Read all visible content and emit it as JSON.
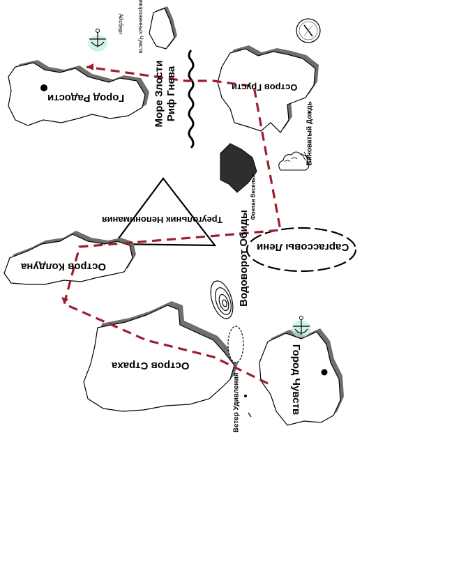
{
  "labels": {
    "city_joy": "Город Радости",
    "sea_anger": "Море Злости",
    "reef_anger": "Риф Гнева",
    "iceberg": "Айсберг",
    "frozen_feelings": "Замороженных Чувств",
    "island_sadness": "Остров Грусти",
    "guilty_rain": "Виноватый Дождь",
    "fountain_fun": "Фонтан Веселья",
    "triangle": "Треугольник Непонимания",
    "sargasso": "Саргассовы Лени",
    "whirlpool": "Водоворот Обиды",
    "island_sorcerer": "Остров Колдуна",
    "island_fear": "Остров Страха",
    "city_feelings": "Город Чувств",
    "wind_surprise": "Ветер Удивления"
  },
  "icons": [
    "anchor-icon",
    "compass-icon",
    "rain-cloud-icon",
    "fountain-icon",
    "whirlpool-icon",
    "city-marker-icon"
  ],
  "colors": {
    "route": "#9b1d2e",
    "island_shadow": "#6f6f6f",
    "ink": "#000000",
    "anchor_green": "#8fd6b4"
  }
}
